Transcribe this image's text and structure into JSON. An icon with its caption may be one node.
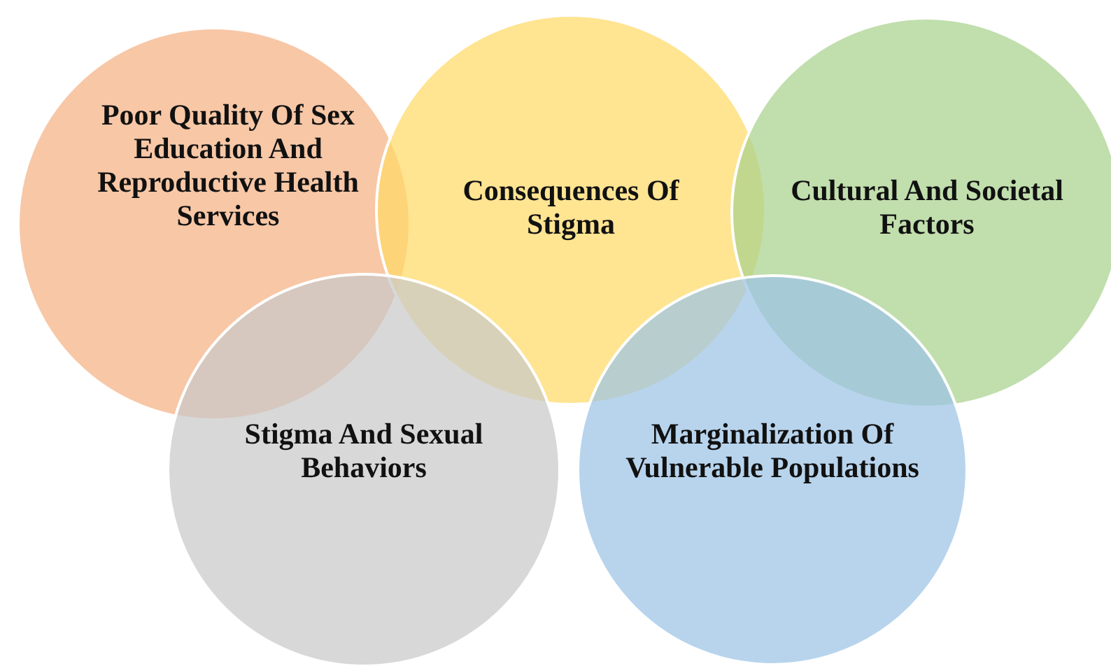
{
  "diagram": {
    "nodes": [
      {
        "text": [
          "Poor Quality Of Sex Education And Reproductive Health Services"
        ]
      },
      {
        "text": [
          "Consequences Of Stigma"
        ]
      },
      {
        "text": [
          "Cultural And Societal Factors"
        ]
      },
      {
        "text": [
          "Stigma And Sexual Behaviors"
        ]
      },
      {
        "text": [
          "Marginalization Of Vulnerable Populations"
        ]
      }
    ]
  }
}
